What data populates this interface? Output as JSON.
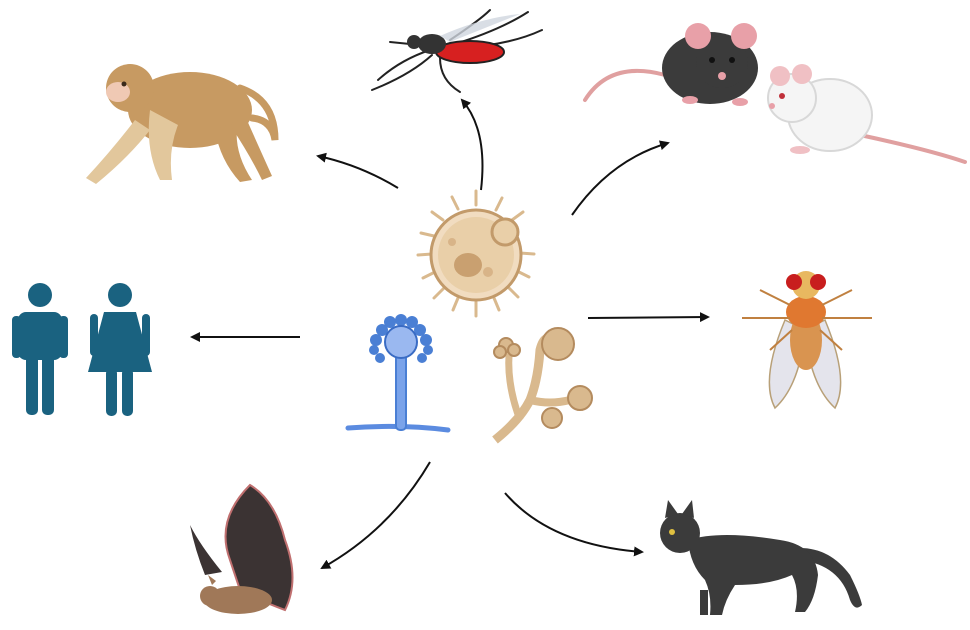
{
  "diagram": {
    "center": {
      "organisms": [
        {
          "name": "yeast-cell",
          "icon": "yeast-icon"
        },
        {
          "name": "aspergillus-conidiophore",
          "icon": "aspergillus-icon"
        },
        {
          "name": "mucorales-sporangiophore",
          "icon": "mucor-icon"
        }
      ]
    },
    "hosts": [
      {
        "name": "macaque",
        "icon": "monkey-icon"
      },
      {
        "name": "mosquito",
        "icon": "mosquito-icon"
      },
      {
        "name": "mice",
        "icon": "mouse-icon"
      },
      {
        "name": "humans",
        "icon": "human-icon"
      },
      {
        "name": "fruit-fly",
        "icon": "fly-icon"
      },
      {
        "name": "bat",
        "icon": "bat-icon"
      },
      {
        "name": "cat",
        "icon": "cat-icon"
      }
    ],
    "colors": {
      "human": "#1a6280",
      "aspergillus": "#4a7fd4",
      "fungus_tan": "#d9b98e",
      "monkey": "#c79a62",
      "mosquito_red": "#d72020",
      "dark_fur": "#3b3b3b",
      "arrow": "#111111"
    }
  }
}
